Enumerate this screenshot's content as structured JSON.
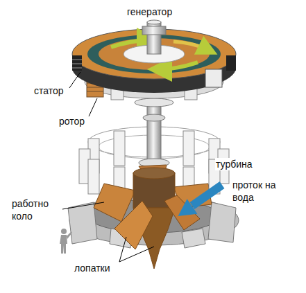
{
  "diagram": {
    "labels": [
      "генератор",
      "статор",
      "ротор",
      "турбина",
      "проток на вода",
      "работно коло",
      "лопатки"
    ]
  }
}
